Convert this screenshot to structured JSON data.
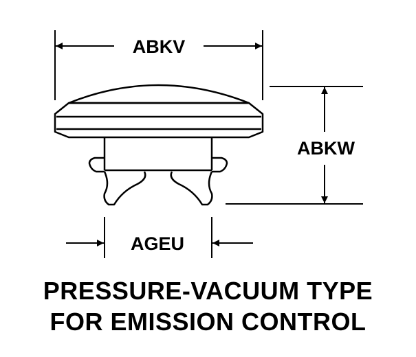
{
  "dimensions": {
    "overall_diameter": "ABKV",
    "height": "ABKW",
    "neck_diameter": "AGEU"
  },
  "caption": {
    "line1": "PRESSURE-VACUUM TYPE",
    "line2": "FOR EMISSION CONTROL"
  }
}
